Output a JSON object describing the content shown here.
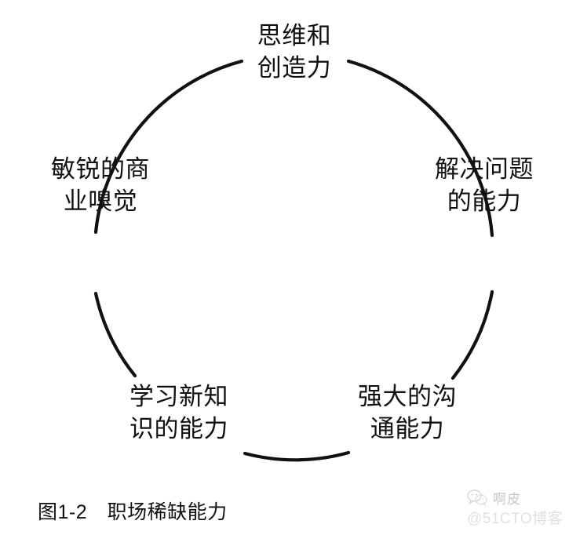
{
  "figure": {
    "type": "cycle-diagram",
    "shape": "circle",
    "caption": "图1-2　职场稀缺能力",
    "caption_number": "图1-2",
    "caption_title": "职场稀缺能力",
    "stroke_color": "#111111",
    "background_color": "#ffffff",
    "text_color": "#111111",
    "nodes": [
      {
        "id": "thinking-creativity",
        "position": "top",
        "line1": "思维和",
        "line2": "创造力",
        "full_text": "思维和创造力"
      },
      {
        "id": "problem-solving",
        "position": "right",
        "line1": "解决问题",
        "line2": "的能力",
        "full_text": "解决问题的能力"
      },
      {
        "id": "communication",
        "position": "bottom-right",
        "line1": "强大的沟",
        "line2": "通能力",
        "full_text": "强大的沟通能力"
      },
      {
        "id": "learning",
        "position": "bottom-left",
        "line1": "学习新知",
        "line2": "识的能力",
        "full_text": "学习新知识的能力"
      },
      {
        "id": "business-acumen",
        "position": "left",
        "line1": "敏锐的商",
        "line2": "业嗅觉",
        "full_text": "敏锐的商业嗅觉"
      }
    ]
  },
  "watermark": {
    "icon": "wechat-icon",
    "name": "啊皮",
    "handle": "@51CTO博客",
    "name_color": "#9a9a9a",
    "handle_color": "#c9c9c9"
  }
}
